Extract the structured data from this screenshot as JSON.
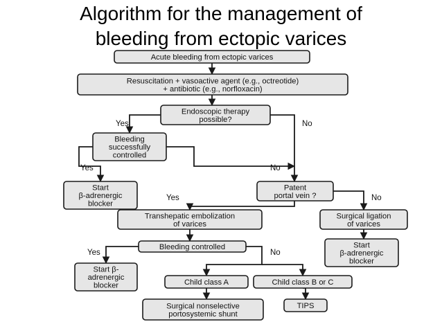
{
  "slide": {
    "title_line1": "Algorithm for the management of",
    "title_line2": "bleeding from ectopic varices"
  },
  "nodes": {
    "acute": [
      "Acute bleeding from ectopic varices"
    ],
    "resus": [
      "Resuscitation + vasoactive agent (e.g., octreotide)",
      "+ antibiotic (e.g., norfloxacin)"
    ],
    "endo": [
      "Endoscopic therapy",
      "possible?"
    ],
    "bleed_ctrl": [
      "Bleeding",
      "successfully",
      "controlled"
    ],
    "start_beta1": [
      "Start",
      "β-adrenergic",
      "blocker"
    ],
    "patent": [
      "Patent",
      "portal vein ?"
    ],
    "transhepatic": [
      "Transhepatic embolization",
      "of varices"
    ],
    "surg_lig": [
      "Surgical ligation",
      "of varices"
    ],
    "bleed_ctrl2": [
      "Bleeding controlled"
    ],
    "start_beta3": [
      "Start",
      "β-adrenergic",
      "blocker"
    ],
    "start_beta2": [
      "Start β-",
      "adrenergic",
      "blocker"
    ],
    "child_a": [
      "Child class A"
    ],
    "child_bc": [
      "Child class B or C"
    ],
    "surg_shunt": [
      "Surgical nonselective",
      "portosystemic shunt"
    ],
    "tips": [
      "TIPS"
    ]
  },
  "edge_labels": {
    "yes": "Yes",
    "no": "No"
  },
  "colors": {
    "box_fill": "#e6e6e6",
    "stroke": "#1a1a1a"
  }
}
